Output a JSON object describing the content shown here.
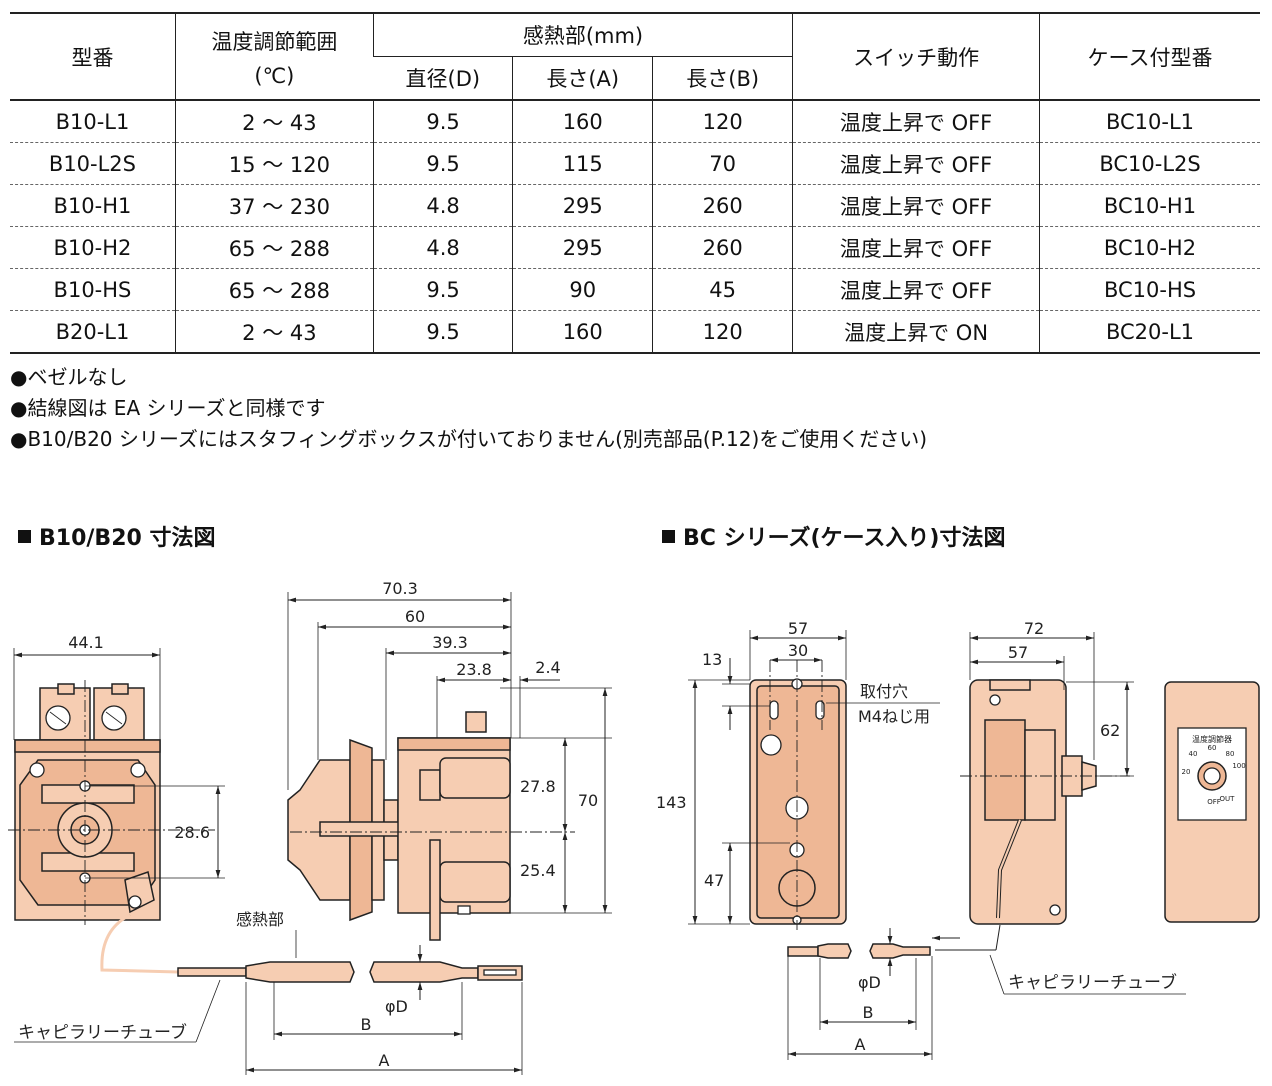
{
  "table": {
    "headers": {
      "model": "型番",
      "range_line1": "温度調節範囲",
      "range_line2": "(℃)",
      "sensor": "感熱部(mm)",
      "diameter": "直径(D)",
      "length_a": "長さ(A)",
      "length_b": "長さ(B)",
      "switch": "スイッチ動作",
      "case_model": "ケース付型番"
    },
    "rows": [
      {
        "model": "B10-L1",
        "range": "2 ～  43",
        "d": "9.5",
        "a": "160",
        "b": "120",
        "switch": "温度上昇で OFF",
        "case_model": "BC10-L1"
      },
      {
        "model": "B10-L2S",
        "range": "15 ～ 120",
        "d": "9.5",
        "a": "115",
        "b": "70",
        "switch": "温度上昇で OFF",
        "case_model": "BC10-L2S"
      },
      {
        "model": "B10-H1",
        "range": "37 ～ 230",
        "d": "4.8",
        "a": "295",
        "b": "260",
        "switch": "温度上昇で OFF",
        "case_model": "BC10-H1"
      },
      {
        "model": "B10-H2",
        "range": "65 ～ 288",
        "d": "4.8",
        "a": "295",
        "b": "260",
        "switch": "温度上昇で OFF",
        "case_model": "BC10-H2"
      },
      {
        "model": "B10-HS",
        "range": "65 ～ 288",
        "d": "9.5",
        "a": "90",
        "b": "45",
        "switch": "温度上昇で OFF",
        "case_model": "BC10-HS"
      },
      {
        "model": "B20-L1",
        "range": "2 ～  43",
        "d": "9.5",
        "a": "160",
        "b": "120",
        "switch": "温度上昇で ON",
        "case_model": "BC20-L1"
      }
    ]
  },
  "notes": [
    "●ベゼルなし",
    "●結線図は EA シリーズと同様です",
    "●B10/B20 シリーズにはスタフィングボックスが付いておりません(別売部品(P.12)をご使用ください)"
  ],
  "section1": {
    "title": "B10/B20 寸法図",
    "dims": {
      "w441": "44.1",
      "h286": "28.6",
      "w703": "70.3",
      "w60": "60",
      "w393": "39.3",
      "w238": "23.8",
      "w24": "2.4",
      "h278": "27.8",
      "h70": "70",
      "h254": "25.4"
    },
    "labels": {
      "sensor": "感熱部",
      "phi_d": "φD",
      "b": "B",
      "a": "A",
      "capillary": "キャピラリーチューブ"
    }
  },
  "section2": {
    "title": "BC シリーズ(ケース入り)寸法図",
    "dims": {
      "w57": "57",
      "w30": "30",
      "h13": "13",
      "h143": "143",
      "h47": "47",
      "w72": "72",
      "w57b": "57",
      "h62": "62"
    },
    "labels": {
      "mount_hole": "取付穴",
      "mount_screw": "M4ねじ用",
      "phi_d": "φD",
      "b": "B",
      "a": "A",
      "capillary": "キャピラリーチューブ"
    },
    "panel": {
      "title": "温度調節器",
      "t20": "20",
      "t40": "40",
      "t60": "60",
      "t80": "80",
      "t100": "100",
      "off": "OFF",
      "out": "OUT"
    }
  }
}
